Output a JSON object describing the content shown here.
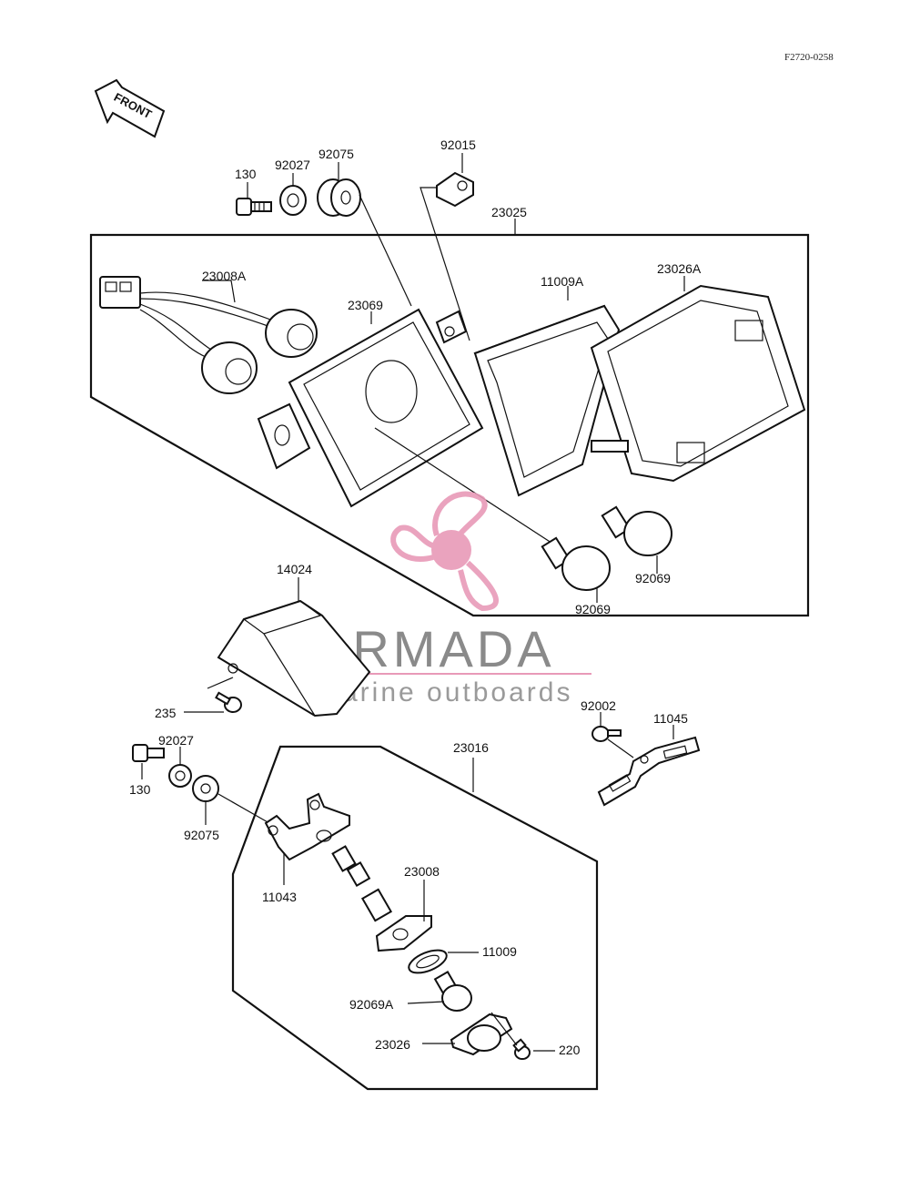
{
  "diagram_code": "F2720-0258",
  "front_label": "FRONT",
  "watermark": {
    "brand": "ARMADA",
    "tagline": "marine outboards",
    "accent_color": "#e89ab8",
    "text_color": "#8a8a8a"
  },
  "parts": {
    "p130_top": "130",
    "p92027_top": "92027",
    "p92075_top": "92075",
    "p92015": "92015",
    "p23025": "23025",
    "p23008A": "23008A",
    "p23069": "23069",
    "p11009A": "11009A",
    "p23026A": "23026A",
    "p92069_right": "92069",
    "p92069_center": "92069",
    "p14024": "14024",
    "p235": "235",
    "p92027_bottom": "92027",
    "p130_bottom": "130",
    "p92075_bottom": "92075",
    "p23016": "23016",
    "p92002": "92002",
    "p11045": "11045",
    "p11043": "11043",
    "p23008": "23008",
    "p11009": "11009",
    "p92069A": "92069A",
    "p23026": "23026",
    "p220": "220"
  }
}
